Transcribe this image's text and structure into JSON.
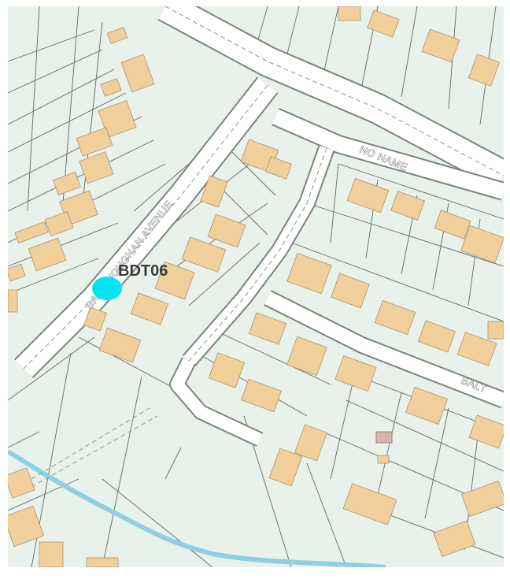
{
  "map": {
    "roads": [
      {
        "label": "BALLYVOUGHAN AVENUE"
      },
      {
        "label": "NO NAME"
      },
      {
        "label": "BALT"
      }
    ],
    "marker": {
      "label": "BDT06",
      "color": "#00e5f0"
    },
    "colors": {
      "background": "#e8f1ea",
      "building": "#f1cf9b",
      "road": "#ffffff",
      "water": "#8fcfe3",
      "lot_line": "#5f6c63",
      "special_building": "#d9b3ad"
    }
  }
}
